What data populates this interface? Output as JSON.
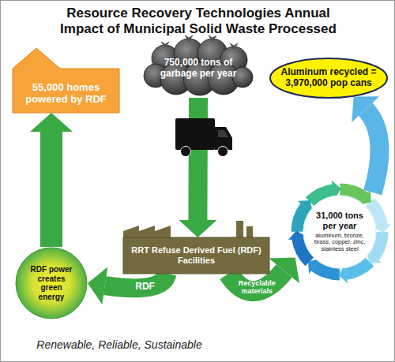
{
  "diagram": {
    "title": "Resource Recovery Technologies Annual Impact of Municipal Solid Waste Processed",
    "caption": "Renewable, Reliable, Sustainable",
    "nodes": [
      {
        "text": [
          "750,000 tons of garbage per year"
        ]
      },
      {
        "text": [
          "55,000 homes powered by RDF"
        ]
      },
      {
        "text": [
          "Aluminum recycled = 3,970,000 pop cans"
        ]
      },
      {
        "text": [
          "RRT Refuse Derived Fuel (RDF) Facilities"
        ]
      },
      {
        "text": [
          "RDF power creates green energy"
        ]
      },
      {
        "text": [
          "31,000 tons per year",
          "aluminum, bronze, brass, copper, zinc, stainless steel"
        ]
      }
    ],
    "edges": [
      {
        "from": 0,
        "to": 3,
        "arrow": "to"
      },
      {
        "from": 3,
        "to": 4,
        "label": "RDF",
        "arrow": "to"
      },
      {
        "from": 3,
        "to": 5,
        "label": "Recyclable materials",
        "arrow": "to"
      },
      {
        "from": 4,
        "to": 1,
        "arrow": "to"
      },
      {
        "from": 5,
        "to": 2,
        "arrow": "to"
      }
    ]
  }
}
